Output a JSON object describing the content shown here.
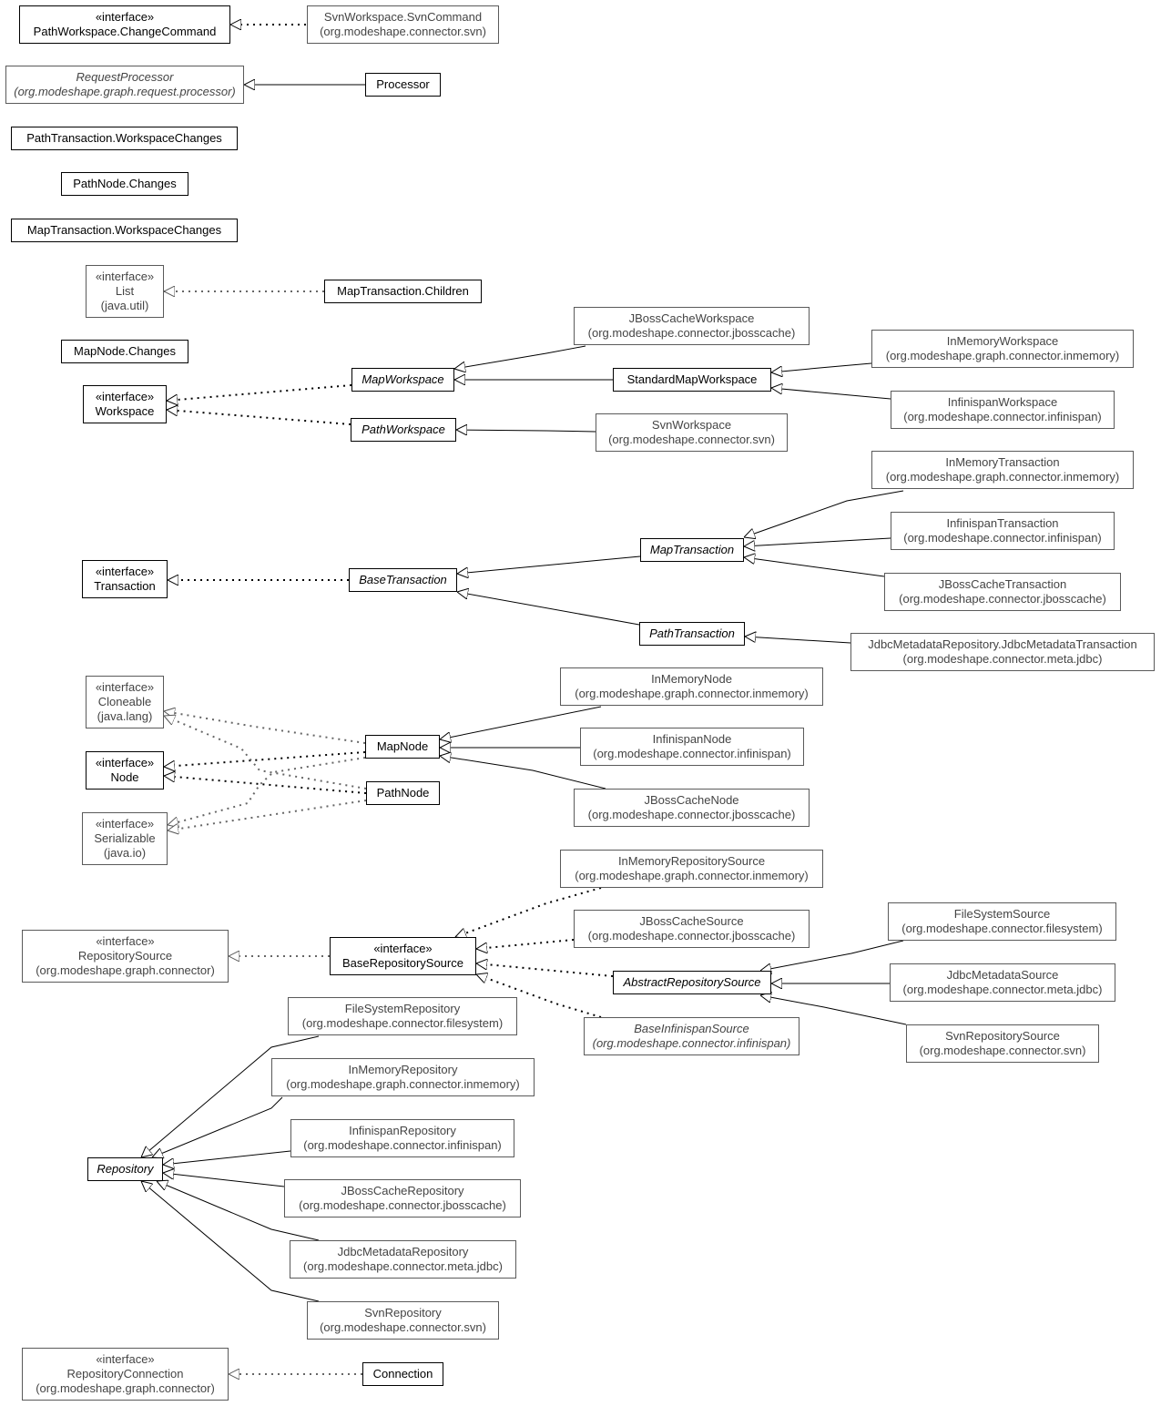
{
  "nodes": {
    "path_workspace_change_command": {
      "lines": [
        "«interface»",
        "PathWorkspace.ChangeCommand"
      ]
    },
    "svn_workspace_svn_command": {
      "lines": [
        "SvnWorkspace.SvnCommand",
        "(org.modeshape.connector.svn)"
      ]
    },
    "request_processor": {
      "lines": [
        "RequestProcessor",
        "(org.modeshape.graph.request.processor)"
      ]
    },
    "processor": {
      "lines": [
        "Processor"
      ]
    },
    "path_transaction_workspace_changes": {
      "lines": [
        "PathTransaction.WorkspaceChanges"
      ]
    },
    "path_node_changes": {
      "lines": [
        "PathNode.Changes"
      ]
    },
    "map_transaction_workspace_changes": {
      "lines": [
        "MapTransaction.WorkspaceChanges"
      ]
    },
    "list": {
      "lines": [
        "«interface»",
        "List",
        "(java.util)"
      ]
    },
    "map_transaction_children": {
      "lines": [
        "MapTransaction.Children"
      ]
    },
    "map_node_changes": {
      "lines": [
        "MapNode.Changes"
      ]
    },
    "jboss_cache_workspace": {
      "lines": [
        "JBossCacheWorkspace",
        "(org.modeshape.connector.jbosscache)"
      ]
    },
    "in_memory_workspace": {
      "lines": [
        "InMemoryWorkspace",
        "(org.modeshape.graph.connector.inmemory)"
      ]
    },
    "workspace": {
      "lines": [
        "«interface»",
        "Workspace"
      ]
    },
    "map_workspace": {
      "lines": [
        "MapWorkspace"
      ]
    },
    "standard_map_workspace": {
      "lines": [
        "StandardMapWorkspace"
      ]
    },
    "infinispan_workspace": {
      "lines": [
        "InfinispanWorkspace",
        "(org.modeshape.connector.infinispan)"
      ]
    },
    "path_workspace": {
      "lines": [
        "PathWorkspace"
      ]
    },
    "svn_workspace": {
      "lines": [
        "SvnWorkspace",
        "(org.modeshape.connector.svn)"
      ]
    },
    "in_memory_transaction": {
      "lines": [
        "InMemoryTransaction",
        "(org.modeshape.graph.connector.inmemory)"
      ]
    },
    "infinispan_transaction": {
      "lines": [
        "InfinispanTransaction",
        "(org.modeshape.connector.infinispan)"
      ]
    },
    "map_transaction": {
      "lines": [
        "MapTransaction"
      ]
    },
    "transaction": {
      "lines": [
        "«interface»",
        "Transaction"
      ]
    },
    "base_transaction": {
      "lines": [
        "BaseTransaction"
      ]
    },
    "jboss_cache_transaction": {
      "lines": [
        "JBossCacheTransaction",
        "(org.modeshape.connector.jbosscache)"
      ]
    },
    "path_transaction": {
      "lines": [
        "PathTransaction"
      ]
    },
    "jdbc_metadata_transaction": {
      "lines": [
        "JdbcMetadataRepository.JdbcMetadataTransaction",
        "(org.modeshape.connector.meta.jdbc)"
      ]
    },
    "in_memory_node": {
      "lines": [
        "InMemoryNode",
        "(org.modeshape.graph.connector.inmemory)"
      ]
    },
    "cloneable": {
      "lines": [
        "«interface»",
        "Cloneable",
        "(java.lang)"
      ]
    },
    "infinispan_node": {
      "lines": [
        "InfinispanNode",
        "(org.modeshape.connector.infinispan)"
      ]
    },
    "map_node": {
      "lines": [
        "MapNode"
      ]
    },
    "node": {
      "lines": [
        "«interface»",
        "Node"
      ]
    },
    "path_node": {
      "lines": [
        "PathNode"
      ]
    },
    "jboss_cache_node": {
      "lines": [
        "JBossCacheNode",
        "(org.modeshape.connector.jbosscache)"
      ]
    },
    "serializable": {
      "lines": [
        "«interface»",
        "Serializable",
        "(java.io)"
      ]
    },
    "in_memory_repository_source": {
      "lines": [
        "InMemoryRepositorySource",
        "(org.modeshape.graph.connector.inmemory)"
      ]
    },
    "file_system_source": {
      "lines": [
        "FileSystemSource",
        "(org.modeshape.connector.filesystem)"
      ]
    },
    "jboss_cache_source": {
      "lines": [
        "JBossCacheSource",
        "(org.modeshape.connector.jbosscache)"
      ]
    },
    "repository_source": {
      "lines": [
        "«interface»",
        "RepositorySource",
        "(org.modeshape.graph.connector)"
      ]
    },
    "base_repository_source": {
      "lines": [
        "«interface»",
        "BaseRepositorySource"
      ]
    },
    "jdbc_metadata_source": {
      "lines": [
        "JdbcMetadataSource",
        "(org.modeshape.connector.meta.jdbc)"
      ]
    },
    "abstract_repository_source": {
      "lines": [
        "AbstractRepositorySource"
      ]
    },
    "file_system_repository": {
      "lines": [
        "FileSystemRepository",
        "(org.modeshape.connector.filesystem)"
      ]
    },
    "base_infinispan_source": {
      "lines": [
        "BaseInfinispanSource",
        "(org.modeshape.connector.infinispan)"
      ]
    },
    "svn_repository_source": {
      "lines": [
        "SvnRepositorySource",
        "(org.modeshape.connector.svn)"
      ]
    },
    "in_memory_repository": {
      "lines": [
        "InMemoryRepository",
        "(org.modeshape.graph.connector.inmemory)"
      ]
    },
    "infinispan_repository": {
      "lines": [
        "InfinispanRepository",
        "(org.modeshape.connector.infinispan)"
      ]
    },
    "repository": {
      "lines": [
        "Repository"
      ]
    },
    "jboss_cache_repository": {
      "lines": [
        "JBossCacheRepository",
        "(org.modeshape.connector.jbosscache)"
      ]
    },
    "jdbc_metadata_repository": {
      "lines": [
        "JdbcMetadataRepository",
        "(org.modeshape.connector.meta.jdbc)"
      ]
    },
    "svn_repository": {
      "lines": [
        "SvnRepository",
        "(org.modeshape.connector.svn)"
      ]
    },
    "repository_connection": {
      "lines": [
        "«interface»",
        "RepositoryConnection",
        "(org.modeshape.graph.connector)"
      ]
    },
    "connection": {
      "lines": [
        "Connection"
      ]
    }
  }
}
